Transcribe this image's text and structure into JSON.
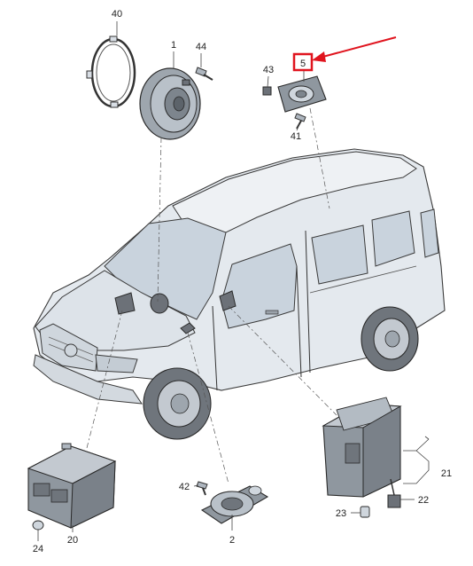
{
  "labels": {
    "p1": "1",
    "p2": "2",
    "p5": "5",
    "p20": "20",
    "p21": "21",
    "p22": "22",
    "p23": "23",
    "p24": "24",
    "p40": "40",
    "p41": "41",
    "p42": "42",
    "p43": "43",
    "p44": "44"
  },
  "colors": {
    "highlight": "#e0141e",
    "line": "#333333",
    "car_body": "#e4e9ee"
  }
}
